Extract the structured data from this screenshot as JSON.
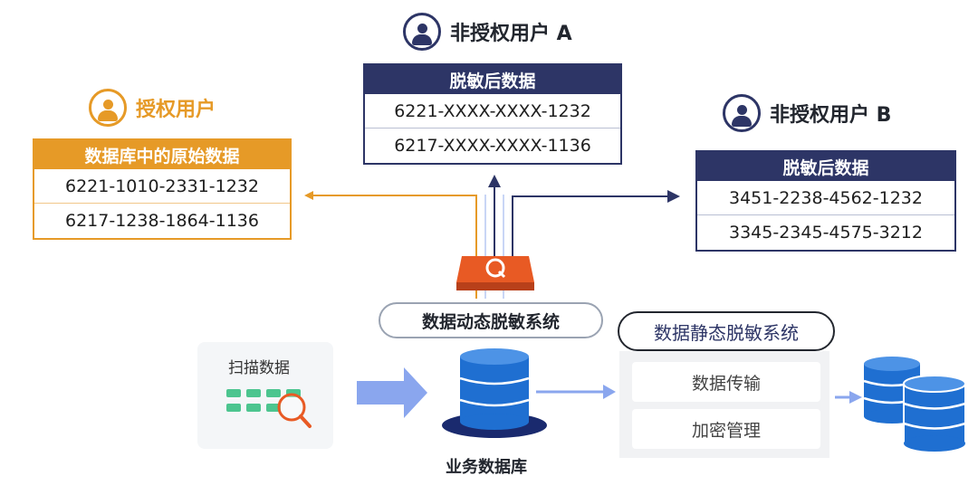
{
  "colors": {
    "authorized": "#e69a27",
    "navy": "#2d3566",
    "arrow_blue": "#8aa6ee",
    "db_blue": "#1f6fd1",
    "device_orange": "#e85a24",
    "scan_green": "#4cc58f"
  },
  "authorized_user": {
    "label": "授权用户",
    "table_header": "数据库中的原始数据",
    "rows": [
      "6221-1010-2331-1232",
      "6217-1238-1864-1136"
    ]
  },
  "user_a": {
    "label": "非授权用户 A",
    "table_header": "脱敏后数据",
    "rows": [
      "6221-XXXX-XXXX-1232",
      "6217-XXXX-XXXX-1136"
    ]
  },
  "user_b": {
    "label": "非授权用户 B",
    "table_header": "脱敏后数据",
    "rows": [
      "3451-2238-4562-1232",
      "3345-2345-4575-3212"
    ]
  },
  "dynamic_system": {
    "label": "数据动态脱敏系统"
  },
  "static_system": {
    "label": "数据静态脱敏系统",
    "items": [
      "数据传输",
      "加密管理"
    ]
  },
  "scan": {
    "label": "扫描数据",
    "icon": "scan-data-icon"
  },
  "business_db": {
    "label": "业务数据库",
    "icon": "database-icon"
  },
  "target_db": {
    "icon": "database-stack-icon"
  },
  "device": {
    "icon": "masking-gateway-icon"
  }
}
